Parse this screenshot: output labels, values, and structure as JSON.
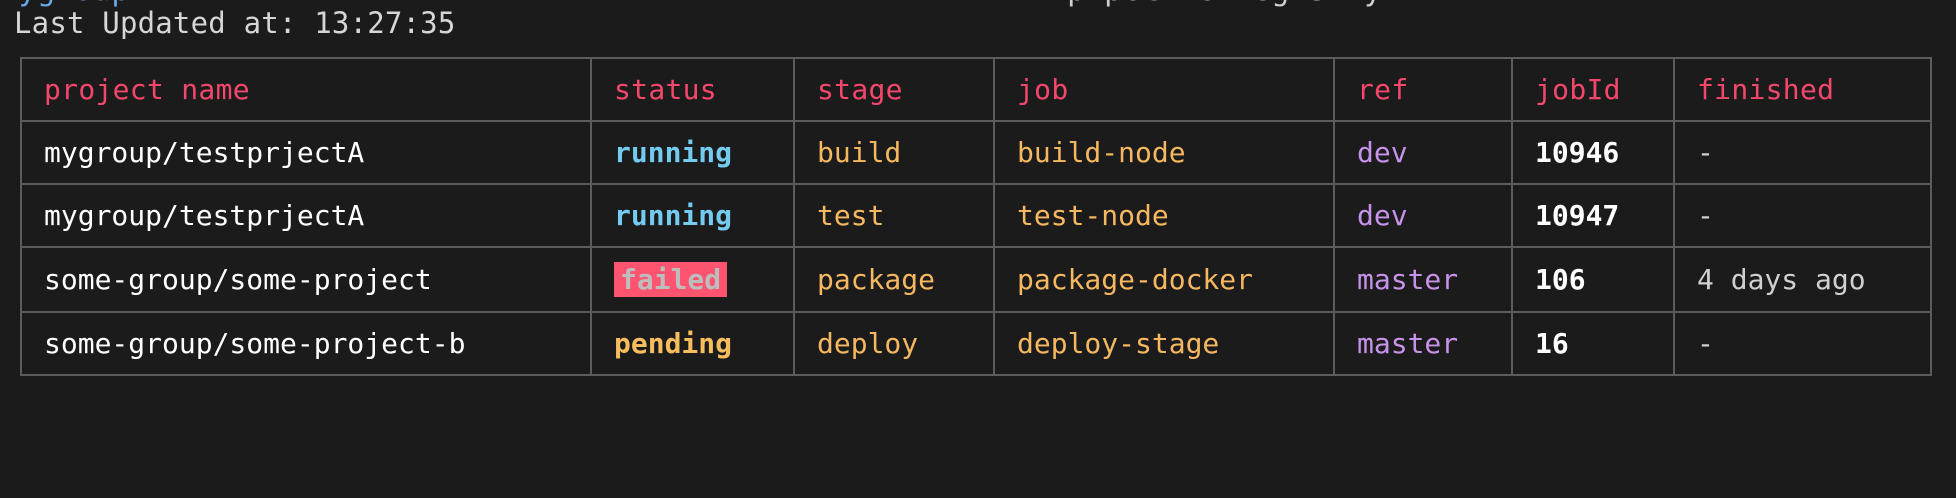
{
  "clipped_top_line": {
    "left_text": "mygroup",
    "right_text": "pipeline registry"
  },
  "status": {
    "label": "Last Updated at: 13:27:35"
  },
  "table": {
    "columns": [
      {
        "key": "project",
        "label": "project name"
      },
      {
        "key": "status",
        "label": "status"
      },
      {
        "key": "stage",
        "label": "stage"
      },
      {
        "key": "job",
        "label": "job"
      },
      {
        "key": "ref",
        "label": "ref"
      },
      {
        "key": "jobId",
        "label": "jobId"
      },
      {
        "key": "finished",
        "label": "finished"
      }
    ],
    "rows": [
      {
        "project": "mygroup/testprjectA",
        "status": "running",
        "status_kind": "running",
        "stage": "build",
        "job": "build-node",
        "ref": "dev",
        "jobId": "10946",
        "finished": "-"
      },
      {
        "project": "mygroup/testprjectA",
        "status": "running",
        "status_kind": "running",
        "stage": "test",
        "job": "test-node",
        "ref": "dev",
        "jobId": "10947",
        "finished": "-"
      },
      {
        "project": "some-group/some-project",
        "status": "failed",
        "status_kind": "failed",
        "stage": "package",
        "job": "package-docker",
        "ref": "master",
        "jobId": "106",
        "finished": "4 days ago"
      },
      {
        "project": "some-group/some-project-b",
        "status": "pending",
        "status_kind": "pending",
        "stage": "deploy",
        "job": "deploy-stage",
        "ref": "master",
        "jobId": "16",
        "finished": "-"
      }
    ]
  },
  "colors": {
    "background": "#1b1b1b",
    "header_text": "#f4476b",
    "border": "#5c5c5c",
    "running": "#74cbf0",
    "pending": "#f7bd5c",
    "failed_bg": "#ff5470",
    "failed_text": "#bdbdbd",
    "stage_job": "#f5b860",
    "ref": "#c792ea",
    "jobid": "#ffffff",
    "project": "#ffffff",
    "status_line": "#d6d6d6"
  }
}
